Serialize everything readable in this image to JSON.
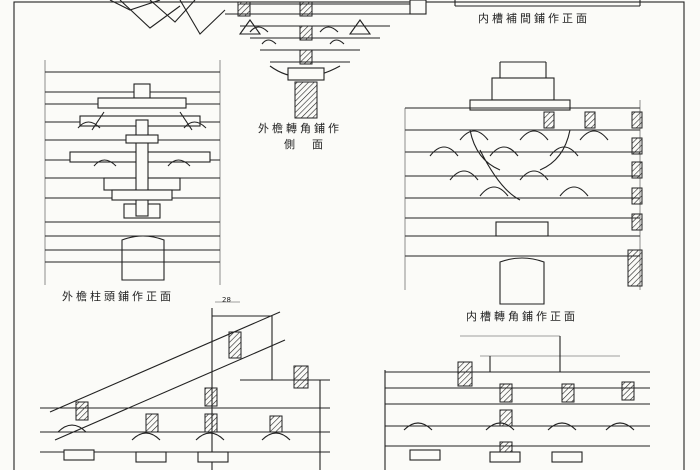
{
  "captions": {
    "top_right": "内槽補間鋪作正面",
    "mid_center_line1": "外檐轉角鋪作",
    "mid_center_line2": "側　面",
    "left": "外檐柱頭鋪作正面",
    "right": "内槽轉角鋪作正面"
  },
  "dimension_label": "28"
}
